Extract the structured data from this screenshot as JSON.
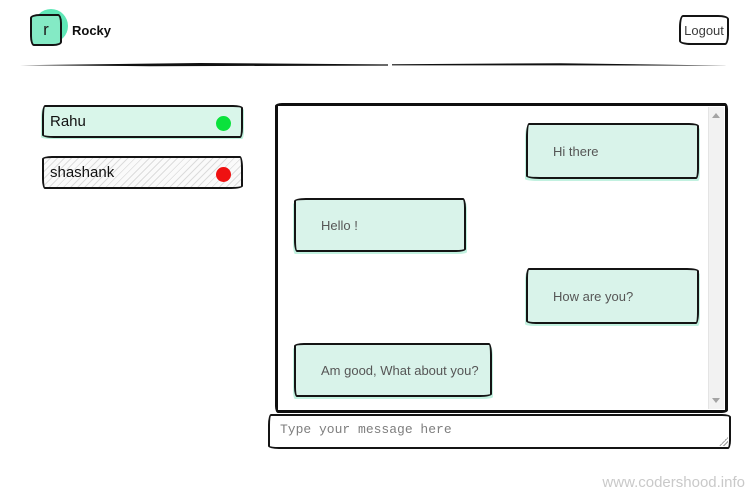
{
  "header": {
    "avatar_letter": "r",
    "username": "Rocky",
    "logout_label": "Logout"
  },
  "sidebar": {
    "users": [
      {
        "name": "Rahu",
        "status": "online"
      },
      {
        "name": "shashank",
        "status": "offline"
      }
    ]
  },
  "chat": {
    "messages": [
      {
        "text": "Hi there",
        "side": "right"
      },
      {
        "text": "Hello !",
        "side": "left"
      },
      {
        "text": "How are you?",
        "side": "right"
      },
      {
        "text": "Am good, What about you?",
        "side": "left"
      }
    ],
    "input_placeholder": "Type your message here"
  },
  "footer": {
    "watermark": "www.codershood.info"
  },
  "colors": {
    "bubble_bg": "#d9f3ea",
    "online_dot": "#0ae23c",
    "offline_dot": "#ef1111",
    "avatar_bg": "#84eac5",
    "watermark_text": "#c9c9c9"
  }
}
